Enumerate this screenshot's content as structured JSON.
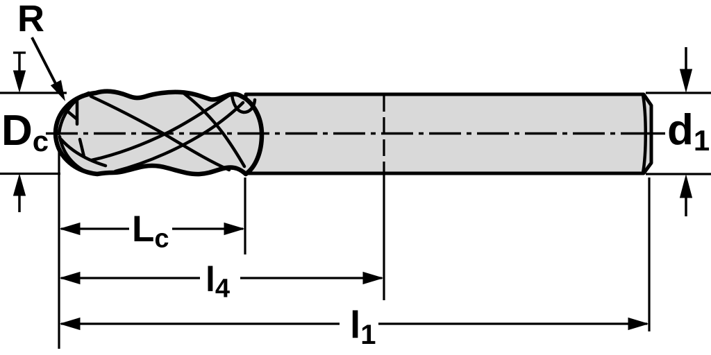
{
  "diagram": {
    "description": "Technical dimension drawing of a four-flute ball nose end mill",
    "labels": {
      "corner_radius": {
        "main": "R",
        "sub": ""
      },
      "cutting_diameter": {
        "main": "D",
        "sub": "c"
      },
      "shank_diameter": {
        "main": "d",
        "sub": "1"
      },
      "cutting_edge_length": {
        "main": "L",
        "sub": "c"
      },
      "intermediate_length": {
        "main": "l",
        "sub": "4"
      },
      "overall_length": {
        "main": "l",
        "sub": "1"
      }
    },
    "colors": {
      "line": "#000000",
      "body_fill": "#d9d9d9",
      "background": "#ffffff"
    }
  }
}
